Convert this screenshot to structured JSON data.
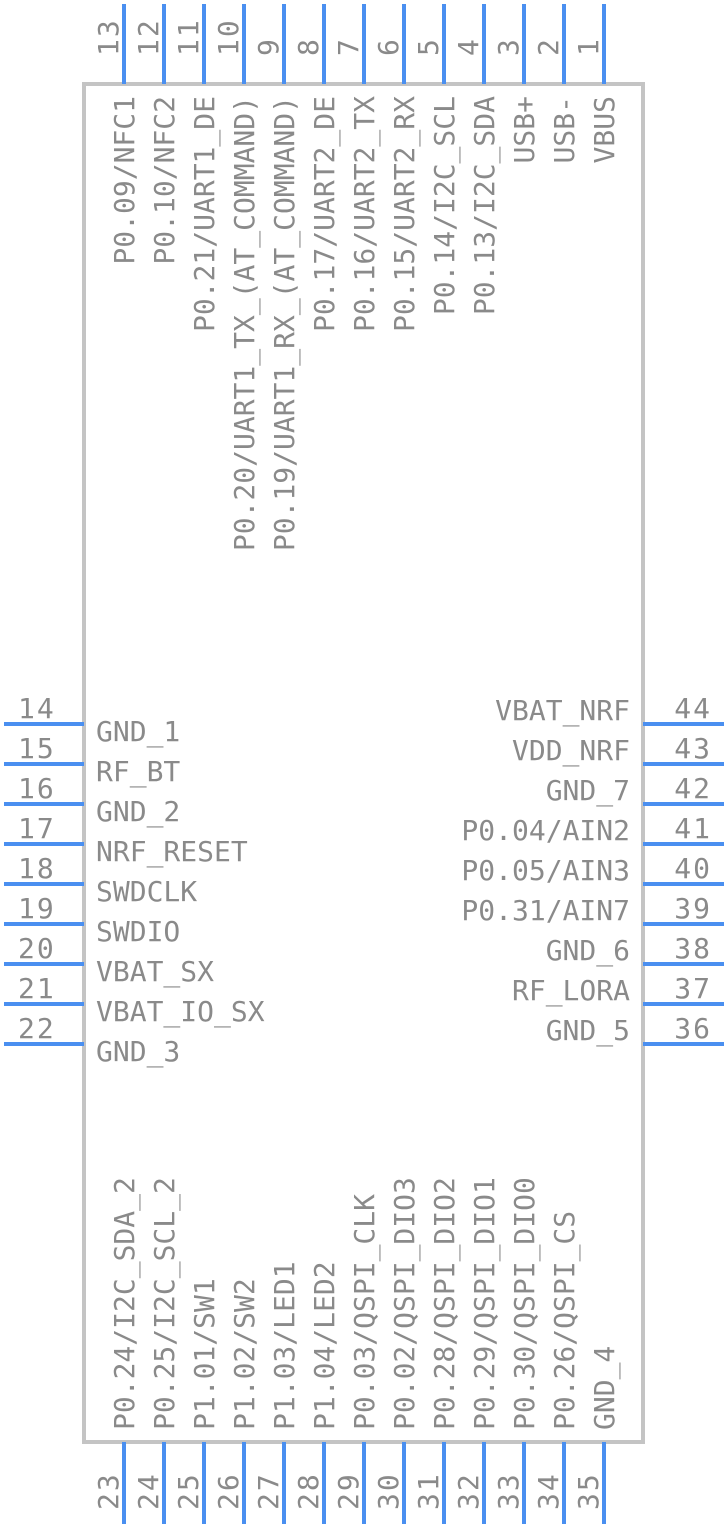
{
  "colors": {
    "pin": "#4a8ff0",
    "body_outline": "#c4c4c4",
    "text": "#8a8a8a",
    "background": "#ffffff"
  },
  "top_pins": [
    {
      "num": "1",
      "label": "VBUS"
    },
    {
      "num": "2",
      "label": "USB-"
    },
    {
      "num": "3",
      "label": "USB+"
    },
    {
      "num": "4",
      "label": "P0.13/I2C_SDA"
    },
    {
      "num": "5",
      "label": "P0.14/I2C_SCL"
    },
    {
      "num": "6",
      "label": "P0.15/UART2_RX"
    },
    {
      "num": "7",
      "label": "P0.16/UART2_TX"
    },
    {
      "num": "8",
      "label": "P0.17/UART2_DE"
    },
    {
      "num": "9",
      "label": "P0.19/UART1_RX_(AT_COMMAND)"
    },
    {
      "num": "10",
      "label": "P0.20/UART1_TX_(AT_COMMAND)"
    },
    {
      "num": "11",
      "label": "P0.21/UART1_DE"
    },
    {
      "num": "12",
      "label": "P0.10/NFC2"
    },
    {
      "num": "13",
      "label": "P0.09/NFC1"
    }
  ],
  "left_pins": [
    {
      "num": "14",
      "label": "GND_1"
    },
    {
      "num": "15",
      "label": "RF_BT"
    },
    {
      "num": "16",
      "label": "GND_2"
    },
    {
      "num": "17",
      "label": "NRF_RESET"
    },
    {
      "num": "18",
      "label": "SWDCLK"
    },
    {
      "num": "19",
      "label": "SWDIO"
    },
    {
      "num": "20",
      "label": "VBAT_SX"
    },
    {
      "num": "21",
      "label": "VBAT_IO_SX"
    },
    {
      "num": "22",
      "label": "GND_3"
    }
  ],
  "bottom_pins": [
    {
      "num": "23",
      "label": "P0.24/I2C_SDA_2"
    },
    {
      "num": "24",
      "label": "P0.25/I2C_SCL_2"
    },
    {
      "num": "25",
      "label": "P1.01/SW1"
    },
    {
      "num": "26",
      "label": "P1.02/SW2"
    },
    {
      "num": "27",
      "label": "P1.03/LED1"
    },
    {
      "num": "28",
      "label": "P1.04/LED2"
    },
    {
      "num": "29",
      "label": "P0.03/QSPI_CLK"
    },
    {
      "num": "30",
      "label": "P0.02/QSPI_DIO3"
    },
    {
      "num": "31",
      "label": "P0.28/QSPI_DIO2"
    },
    {
      "num": "32",
      "label": "P0.29/QSPI_DIO1"
    },
    {
      "num": "33",
      "label": "P0.30/QSPI_DIO0"
    },
    {
      "num": "34",
      "label": "P0.26/QSPI_CS"
    },
    {
      "num": "35",
      "label": "GND_4"
    }
  ],
  "right_pins": [
    {
      "num": "36",
      "label": "GND_5"
    },
    {
      "num": "37",
      "label": "RF_LORA"
    },
    {
      "num": "38",
      "label": "GND_6"
    },
    {
      "num": "39",
      "label": "P0.31/AIN7"
    },
    {
      "num": "40",
      "label": "P0.05/AIN3"
    },
    {
      "num": "41",
      "label": "P0.04/AIN2"
    },
    {
      "num": "42",
      "label": "GND_7"
    },
    {
      "num": "43",
      "label": "VDD_NRF"
    },
    {
      "num": "44",
      "label": "VBAT_NRF"
    }
  ]
}
